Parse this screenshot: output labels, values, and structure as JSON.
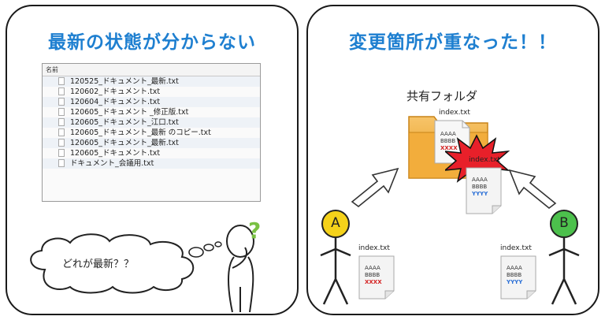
{
  "left_panel": {
    "title": "最新の状態が分からない",
    "list_header": "名前",
    "files": [
      "120525_ドキュメント_最新.txt",
      "120602_ドキュメント.txt",
      "120604_ドキュメント.txt",
      "120605_ドキュメント _修正版.txt",
      "120605_ドキュメント_江口.txt",
      "120605_ドキュメント_最新 のコピー.txt",
      "120605_ドキュメント_最新.txt",
      "120605_ドキュメント.txt",
      "ドキュメント_会議用.txt"
    ],
    "thought": "どれが最新？？",
    "question_mark": "?"
  },
  "right_panel": {
    "title": "変更箇所が重なった！！",
    "shared_folder_label": "共有フォルダ",
    "file_name": "index.txt",
    "line1": "AAAA",
    "line2": "BBBB",
    "line3_a": "XXXX",
    "line3_b": "YYYY",
    "person_a": "A",
    "person_b": "B"
  },
  "colors": {
    "title_blue": "#1e7fd0",
    "xxxx_red": "#d42020",
    "yyyy_blue": "#2a6fd6",
    "person_yellow": "#f5d21a",
    "person_green": "#4cc04c",
    "conflict_red": "#e8202a",
    "question_green": "#7ac143"
  }
}
